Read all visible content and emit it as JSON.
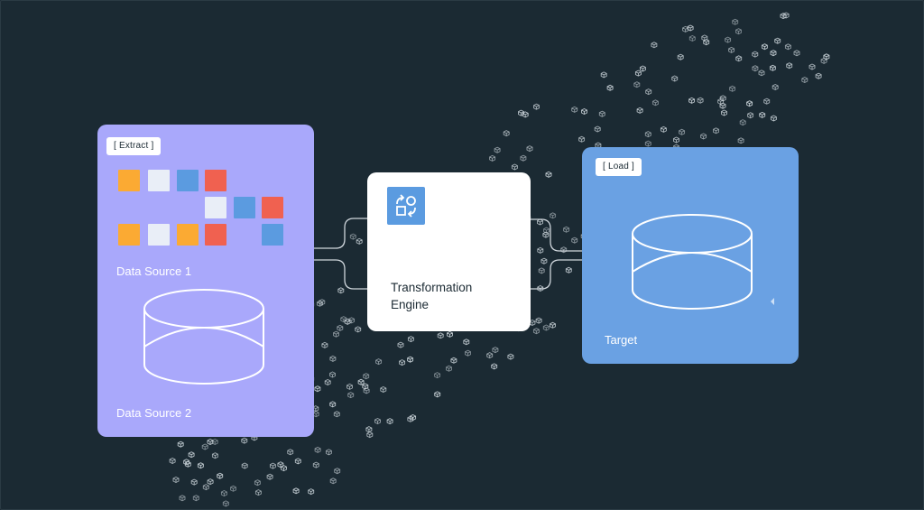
{
  "extract": {
    "tag": "[ Extract ]",
    "source1": "Data Source 1",
    "source2": "Data Source 2",
    "blocks": [
      {
        "color": "#fbaa33"
      },
      {
        "color": "#e9eef7"
      },
      {
        "color": "#5b9be0"
      },
      {
        "color": "#f06150"
      },
      {
        "color": "#e9eef7"
      },
      {
        "color": "#5b9be0"
      },
      {
        "color": "#f06150"
      },
      {
        "color": "#fbaa33"
      },
      {
        "color": "#e9eef7"
      },
      {
        "color": "#fbaa33"
      },
      {
        "color": "#f06150"
      },
      {
        "color": "#5b9be0"
      }
    ]
  },
  "engine": {
    "title": "Transformation Engine",
    "icon": "transform-arrows-icon"
  },
  "load": {
    "tag": "[ Load ]",
    "target": "Target"
  },
  "colors": {
    "background": "#1b2a33",
    "extract": "#a9a8fb",
    "engine": "#ffffff",
    "load": "#6aa1e3",
    "connector": "#cfd6dc"
  }
}
